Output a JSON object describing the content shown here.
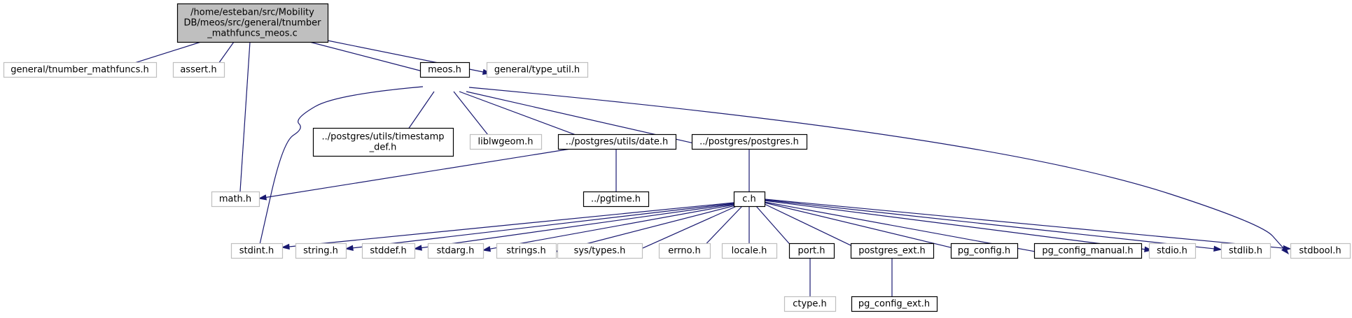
{
  "colors": {
    "edge": "#191970",
    "root_fill": "#bfbfbf",
    "root_stroke": "#000000",
    "documented_stroke": "#000000",
    "external_stroke": "#bfbfbf",
    "node_fill": "#ffffff"
  },
  "nodes": [
    {
      "id": "root",
      "kind": "root",
      "lines": [
        "/home/esteban/src/Mobility",
        "DB/meos/src/general/tnumber",
        "_mathfuncs_meos.c"
      ]
    },
    {
      "id": "tnumber_mathfuncs_h",
      "kind": "external",
      "lines": [
        "general/tnumber_mathfuncs.h"
      ]
    },
    {
      "id": "assert_h",
      "kind": "external",
      "lines": [
        "assert.h"
      ]
    },
    {
      "id": "meos_h",
      "kind": "documented",
      "lines": [
        "meos.h"
      ]
    },
    {
      "id": "type_util_h",
      "kind": "external",
      "lines": [
        "general/type_util.h"
      ]
    },
    {
      "id": "timestamp_def_h",
      "kind": "documented",
      "lines": [
        "../postgres/utils/timestamp",
        "_def.h"
      ]
    },
    {
      "id": "liblwgeom_h",
      "kind": "external",
      "lines": [
        "liblwgeom.h"
      ]
    },
    {
      "id": "date_h",
      "kind": "documented",
      "lines": [
        "../postgres/utils/date.h"
      ]
    },
    {
      "id": "postgres_h",
      "kind": "documented",
      "lines": [
        "../postgres/postgres.h"
      ]
    },
    {
      "id": "math_h",
      "kind": "external",
      "lines": [
        "math.h"
      ]
    },
    {
      "id": "pgtime_h",
      "kind": "documented",
      "lines": [
        "../pgtime.h"
      ]
    },
    {
      "id": "c_h",
      "kind": "documented",
      "lines": [
        "c.h"
      ]
    },
    {
      "id": "stdint_h",
      "kind": "external",
      "lines": [
        "stdint.h"
      ]
    },
    {
      "id": "string_h",
      "kind": "external",
      "lines": [
        "string.h"
      ]
    },
    {
      "id": "stddef_h",
      "kind": "external",
      "lines": [
        "stddef.h"
      ]
    },
    {
      "id": "stdarg_h",
      "kind": "external",
      "lines": [
        "stdarg.h"
      ]
    },
    {
      "id": "strings_h",
      "kind": "external",
      "lines": [
        "strings.h"
      ]
    },
    {
      "id": "sys_types_h",
      "kind": "external",
      "lines": [
        "sys/types.h"
      ]
    },
    {
      "id": "errno_h",
      "kind": "external",
      "lines": [
        "errno.h"
      ]
    },
    {
      "id": "locale_h",
      "kind": "external",
      "lines": [
        "locale.h"
      ]
    },
    {
      "id": "port_h",
      "kind": "documented",
      "lines": [
        "port.h"
      ]
    },
    {
      "id": "postgres_ext_h",
      "kind": "documented",
      "lines": [
        "postgres_ext.h"
      ]
    },
    {
      "id": "pg_config_h",
      "kind": "documented",
      "lines": [
        "pg_config.h"
      ]
    },
    {
      "id": "pg_config_manual_h",
      "kind": "documented",
      "lines": [
        "pg_config_manual.h"
      ]
    },
    {
      "id": "stdio_h",
      "kind": "external",
      "lines": [
        "stdio.h"
      ]
    },
    {
      "id": "stdlib_h",
      "kind": "external",
      "lines": [
        "stdlib.h"
      ]
    },
    {
      "id": "stdbool_h",
      "kind": "external",
      "lines": [
        "stdbool.h"
      ]
    },
    {
      "id": "ctype_h",
      "kind": "external",
      "lines": [
        "ctype.h"
      ]
    },
    {
      "id": "pg_config_ext_h",
      "kind": "documented",
      "lines": [
        "pg_config_ext.h"
      ]
    }
  ],
  "edges": [
    {
      "from": "root",
      "to": "tnumber_mathfuncs_h"
    },
    {
      "from": "root",
      "to": "assert_h"
    },
    {
      "from": "root",
      "to": "math_h"
    },
    {
      "from": "root",
      "to": "meos_h"
    },
    {
      "from": "root",
      "to": "type_util_h"
    },
    {
      "from": "meos_h",
      "to": "stdint_h"
    },
    {
      "from": "meos_h",
      "to": "timestamp_def_h"
    },
    {
      "from": "meos_h",
      "to": "liblwgeom_h"
    },
    {
      "from": "meos_h",
      "to": "date_h"
    },
    {
      "from": "meos_h",
      "to": "postgres_h"
    },
    {
      "from": "meos_h",
      "to": "stdbool_h"
    },
    {
      "from": "date_h",
      "to": "math_h"
    },
    {
      "from": "date_h",
      "to": "pgtime_h"
    },
    {
      "from": "postgres_h",
      "to": "c_h"
    },
    {
      "from": "c_h",
      "to": "stdint_h"
    },
    {
      "from": "c_h",
      "to": "string_h"
    },
    {
      "from": "c_h",
      "to": "stddef_h"
    },
    {
      "from": "c_h",
      "to": "stdarg_h"
    },
    {
      "from": "c_h",
      "to": "strings_h"
    },
    {
      "from": "c_h",
      "to": "sys_types_h"
    },
    {
      "from": "c_h",
      "to": "errno_h"
    },
    {
      "from": "c_h",
      "to": "locale_h"
    },
    {
      "from": "c_h",
      "to": "port_h"
    },
    {
      "from": "c_h",
      "to": "postgres_ext_h"
    },
    {
      "from": "c_h",
      "to": "pg_config_h"
    },
    {
      "from": "c_h",
      "to": "pg_config_manual_h"
    },
    {
      "from": "c_h",
      "to": "stdio_h"
    },
    {
      "from": "c_h",
      "to": "stdlib_h"
    },
    {
      "from": "c_h",
      "to": "stdbool_h"
    },
    {
      "from": "port_h",
      "to": "ctype_h"
    },
    {
      "from": "postgres_ext_h",
      "to": "pg_config_ext_h"
    }
  ]
}
